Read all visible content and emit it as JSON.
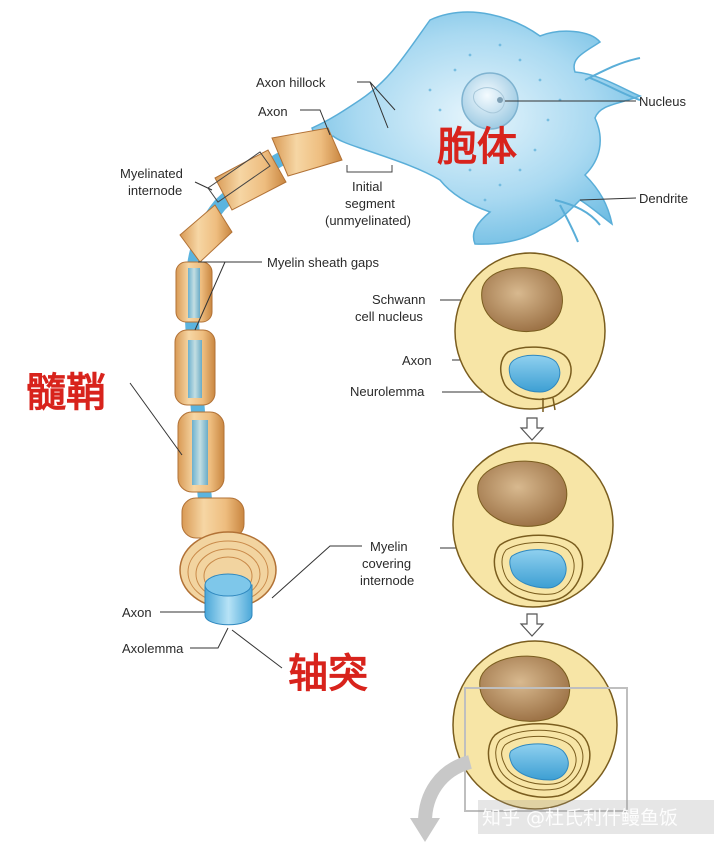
{
  "labels": {
    "axon_hillock": "Axon hillock",
    "axon_top": "Axon",
    "myelinated_internode": [
      "Myelinated",
      "internode"
    ],
    "initial_segment": [
      "Initial",
      "segment",
      "(unmyelinated)"
    ],
    "nucleus": "Nucleus",
    "dendrite": "Dendrite",
    "myelin_sheath_gaps": "Myelin sheath gaps",
    "schwann_cell_nucleus": [
      "Schwann",
      "cell nucleus"
    ],
    "axon_mid": "Axon",
    "neurolemma": "Neurolemma",
    "myelin_covering_internode": [
      "Myelin",
      "covering",
      "internode"
    ],
    "axon_bottom": "Axon",
    "axolemma": "Axolemma"
  },
  "annotations_cn": {
    "soma": "胞体",
    "myelin_sheath": "髓鞘",
    "axon": "轴突"
  },
  "watermark": "知乎 @杜氏利什鳗鱼饭",
  "colors": {
    "cell_body": "#9fd3ee",
    "axon": "#5bb4df",
    "myelin": "#eec58f",
    "schwann_fill": "#f7e5a6",
    "nucleus": "#b48c60",
    "annotation": "#d8231c"
  }
}
